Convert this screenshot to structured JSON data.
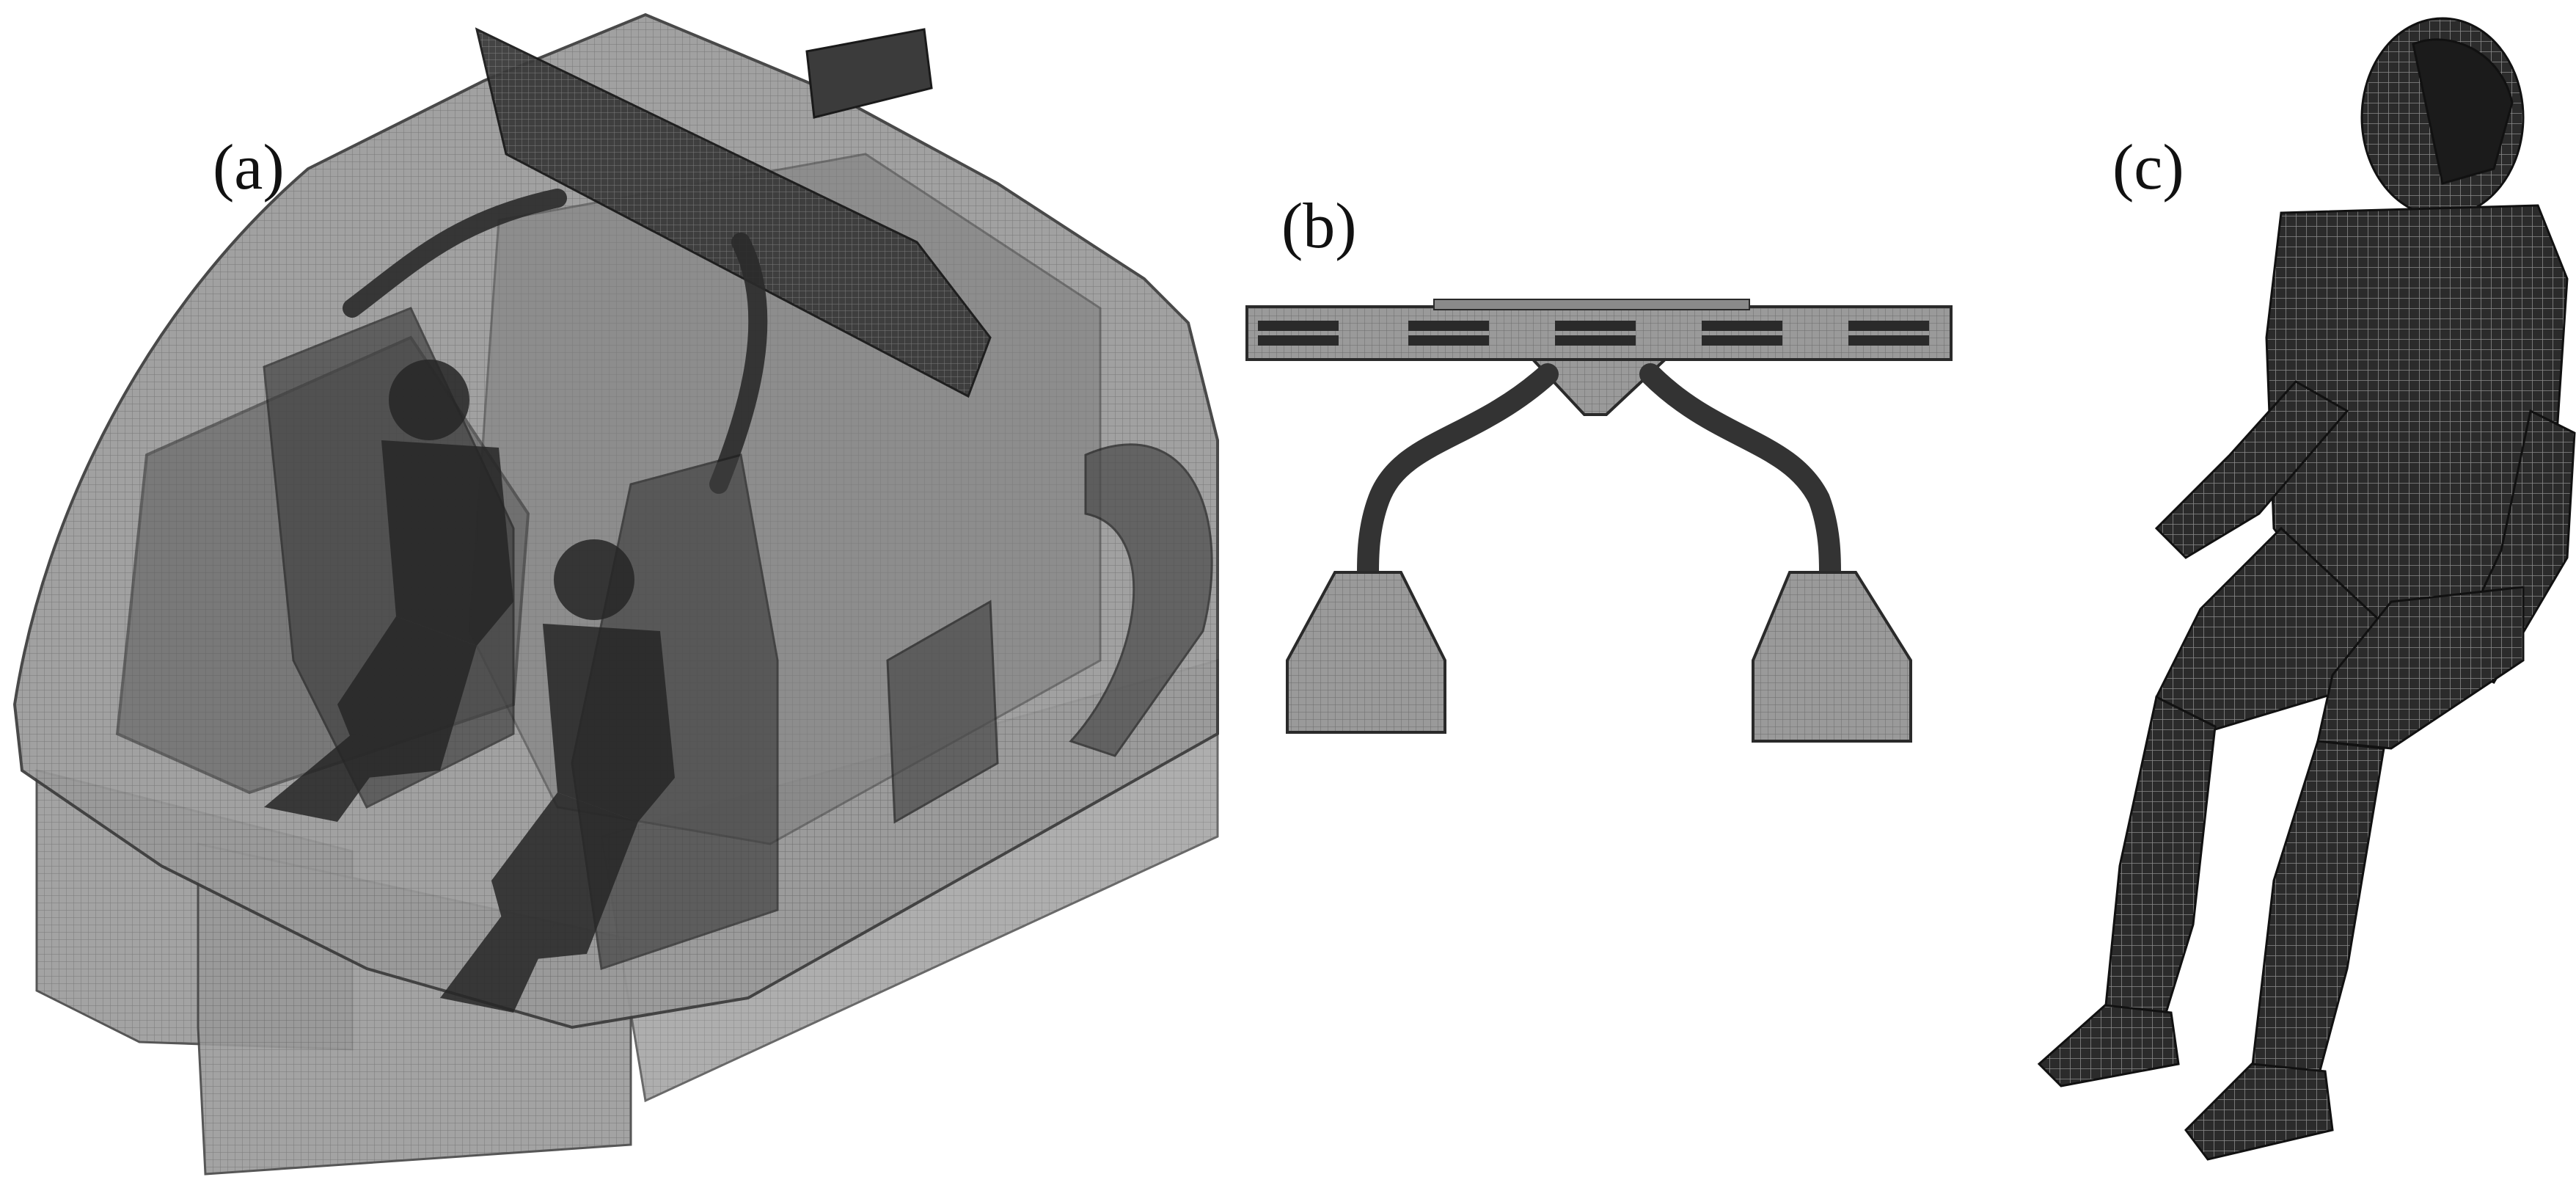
{
  "figure": {
    "panels": [
      {
        "id": "a",
        "label": "(a)",
        "subject": "cabin-mesh-with-two-seated-occupants"
      },
      {
        "id": "b",
        "label": "(b)",
        "subject": "air-duct-distribution-system"
      },
      {
        "id": "c",
        "label": "(c)",
        "subject": "seated-manikin-surface-mesh"
      }
    ],
    "colors": {
      "background": "#ffffff",
      "mesh_light": "#8c8c8c",
      "mesh_mid": "#5e5e5e",
      "mesh_dark": "#2e2e2e",
      "label": "#111111"
    }
  }
}
